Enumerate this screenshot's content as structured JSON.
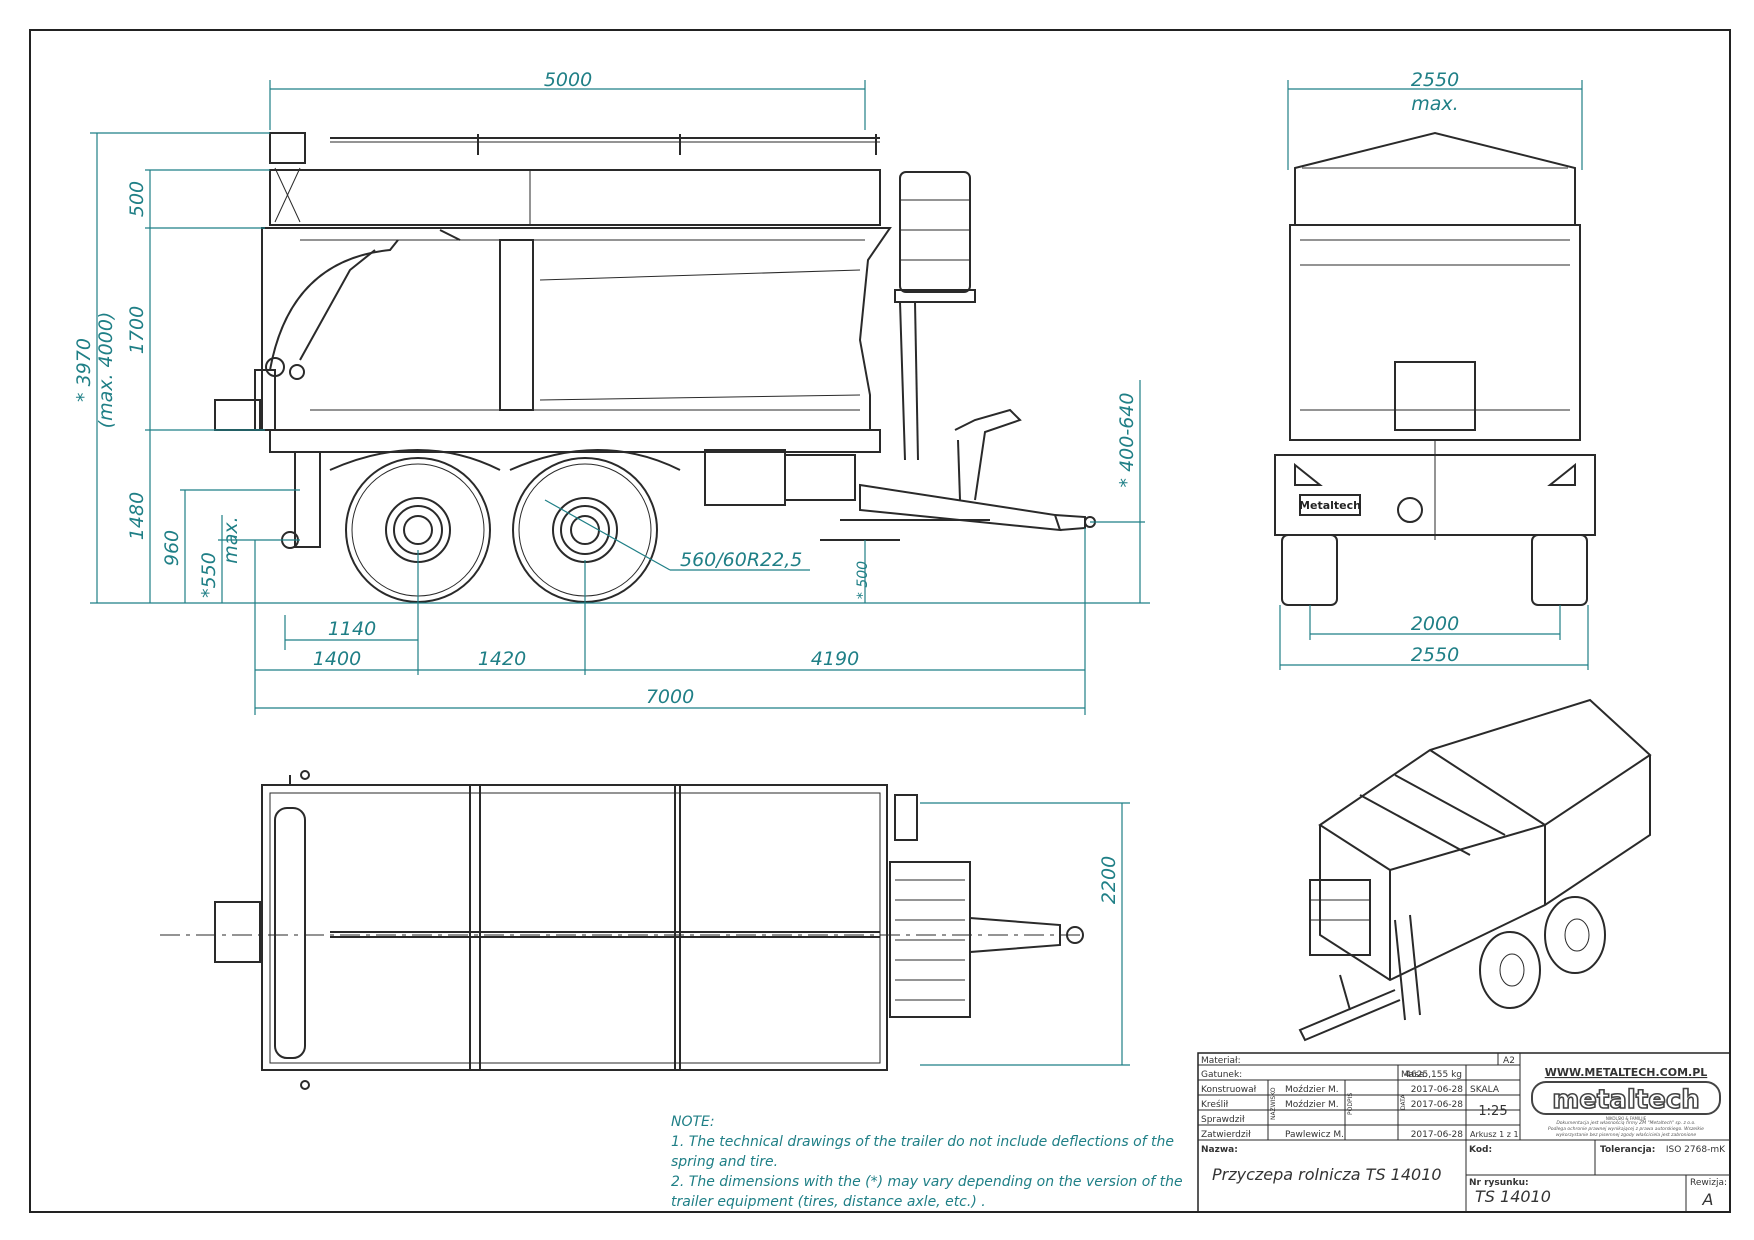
{
  "dimensions": {
    "side_length_top": "5000",
    "side_height_total": "* 3970",
    "side_height_total_max": "(max. 4000)",
    "side_h500": "500",
    "side_h1700": "1700",
    "side_h1480": "1480",
    "side_h960": "960",
    "side_h550": "*550",
    "side_h550_max": "max.",
    "side_h400_640": "* 400-640",
    "side_h500_small": "* 500",
    "tire": "560/60R22,5",
    "b1140": "1140",
    "b1400": "1400",
    "b1420": "1420",
    "b4190": "4190",
    "b7000": "7000",
    "top_width": "2200",
    "rear_width_top": "2550",
    "rear_width_top_max": "max.",
    "rear_track": "2000",
    "rear_width_bottom": "2550"
  },
  "notes": {
    "title": "NOTE:",
    "line1": "1. The technical drawings of the trailer do not include deflections of the",
    "line1b": "spring and tire.",
    "line2": "2. The dimensions with the (*) may vary depending on the version of the",
    "line2b": "trailer equipment (tires, distance axle, etc.) ."
  },
  "title_block": {
    "material_label": "Materiał:",
    "format": "A2",
    "gatunek_label": "Gatunek:",
    "masa_label": "Masa:",
    "masa_value": "4625,155 kg",
    "konstruowal_label": "Konstruował",
    "konstruowal_name": "Moździer M.",
    "kreslil_label": "Kreślił",
    "kreslil_name": "Moździer M.",
    "sprawdzil_label": "Sprawdził",
    "zatwierdzil_label": "Zatwierdził",
    "zatwierdzil_name": "Pawlewicz M.",
    "nazwisko_label": "NAZWISKO",
    "podpis_label": "PODPIS",
    "data_label": "DATA",
    "date1": "2017-06-28",
    "date2": "2017-06-28",
    "date3": "2017-06-28",
    "skala_label": "SKALA",
    "skala_value": "1:25",
    "arkusz_label": "Arkusz 1 z 1",
    "nazwa_label": "Nazwa:",
    "nazwa_value": "Przyczepa rolnicza TS 14010",
    "kod_label": "Kod:",
    "tolerancja_label": "Tolerancja:",
    "tolerancja_value": "ISO 2768-mK",
    "nr_rysunku_label": "Nr rysunku:",
    "nr_rysunku_value": "TS 14010",
    "rewizja_label": "Rewizja:",
    "rewizja_value": "A",
    "website": "WWW.METALTECH.COM.PL",
    "logo": "metaltech",
    "logo_sub": "NIKOLSKI & FAMILIJE",
    "disclaimer1": "Dokumentacja jest własnością firmy ZM \"Metaltech\" sp. z o.o.",
    "disclaimer2": "Podlega ochronie prawnej wynikającej z prawa autorskiego. Wszelkie",
    "disclaimer3": "wykorzystanie bez pisemnej zgody właściciela jest zabronione"
  },
  "rear_view": {
    "plate_label": "Metaltech"
  },
  "colors": {
    "dimension": "#1f7f86",
    "drawing": "#2a2a2a"
  }
}
